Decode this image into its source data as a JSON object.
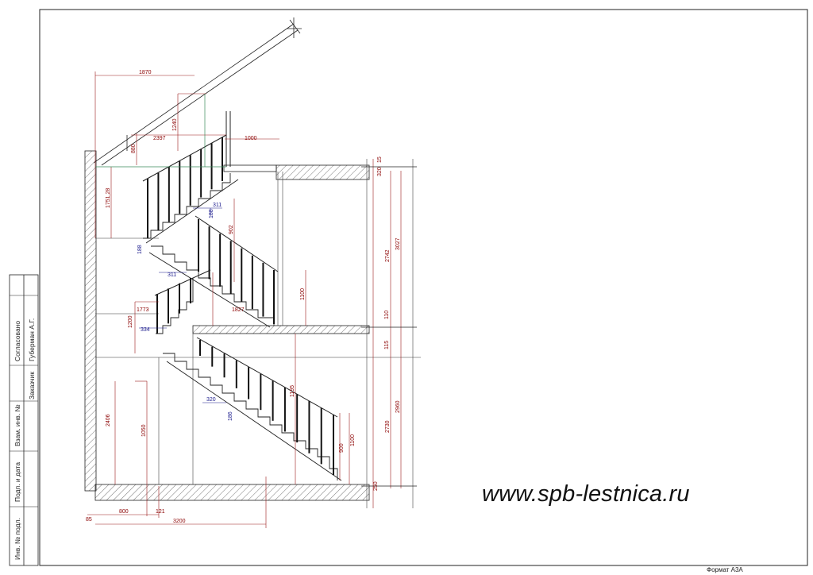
{
  "site_url": "www.spb-lestnica.ru",
  "format_label": "Формат А3А",
  "stamp": {
    "soglasovano": "Согласовано",
    "zakazchik_label": "Заказчик",
    "zakazchik_name": "Губерман А.Г.",
    "vzam_inv": "Взам. инв. №",
    "podp_data": "Подп. и дата",
    "inv_podl": "Инв. № подл."
  },
  "dims": {
    "top_1870": "1870",
    "top_2397": "2397",
    "top_1000": "1000",
    "v_1240": "1240",
    "v_880": "880",
    "v_1751": "1751,28",
    "v_188": "188",
    "h_311a": "311",
    "v_902": "902",
    "v_188b": "188",
    "h_311b": "311",
    "h_1827": "1827",
    "v_1100a": "1100",
    "v_1773": "1773",
    "v_1200": "1200",
    "h_334": "334",
    "v_1195": "1195",
    "h_320": "320",
    "v_186": "186",
    "v_900": "900",
    "v_1100b": "1100",
    "v_2406": "2406",
    "v_1050": "1050",
    "r_320": "320",
    "r_15": "15",
    "r_2742": "2742",
    "r_3027": "3027",
    "r_110": "110",
    "r_115": "115",
    "r_2730": "2730",
    "r_2960": "2960",
    "r_250": "250",
    "b_85": "85",
    "b_800": "800",
    "b_121": "121",
    "b_3200": "3200"
  }
}
